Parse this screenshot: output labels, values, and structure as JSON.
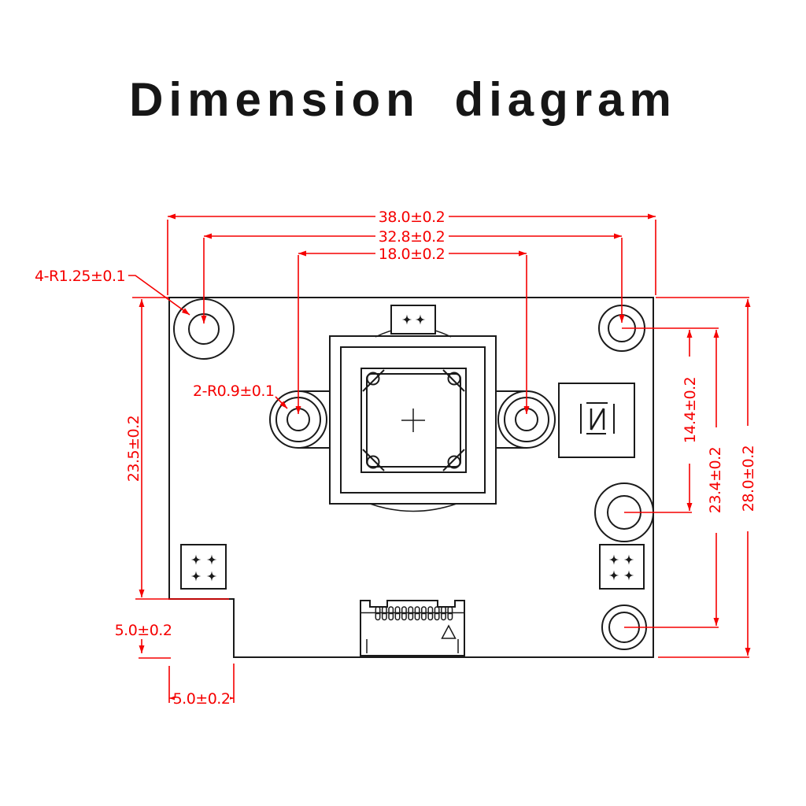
{
  "title": {
    "text": "Dimension diagram"
  },
  "colors": {
    "dimension_red": "#f50000",
    "line_black": "#1a1a1a",
    "background": "#ffffff"
  },
  "dimensions": {
    "board_width": "38.0±0.2",
    "mount_hole_span_h": "32.8±0.2",
    "lens_hole_span_h": "18.0±0.2",
    "corner_hole_radius": "4-R1.25±0.1",
    "lens_hole_radius": "2-R0.9±0.1",
    "left_edge_height": "23.5±0.2",
    "notch_height": "5.0±0.2",
    "notch_width": "5.0±0.2",
    "hole_pitch_upper_right": "14.4±0.2",
    "hole_pitch_right": "23.4±0.2",
    "board_height": "28.0±0.2"
  },
  "connector": {
    "pin_count": 12
  },
  "icons": {
    "solder_pad": "four-point-star",
    "polarity_mark": "mirrored-N",
    "orientation_mark": "triangle"
  }
}
